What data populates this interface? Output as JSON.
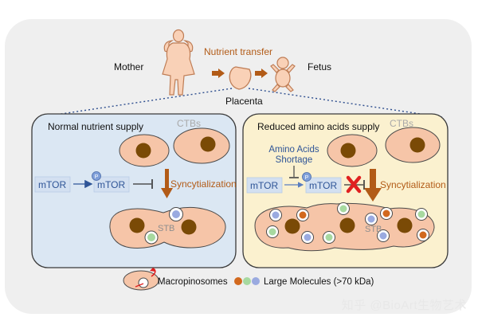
{
  "top": {
    "mother_label": "Mother",
    "nutrient_transfer_label": "Nutrient transfer",
    "fetus_label": "Fetus",
    "placenta_label": "Placenta"
  },
  "left_panel": {
    "title": "Normal nutrient supply",
    "ctbs_label": "CTBs",
    "mtor_label": "mTOR",
    "mtor_p_label": "mTOR",
    "p_label": "P",
    "syncytialization_label": "Syncytialization",
    "stb_label": "STB"
  },
  "right_panel": {
    "title": "Reduced amino acids supply",
    "ctbs_label": "CTBs",
    "amino_line1": "Amino Acids",
    "amino_line2": "Shortage",
    "mtor_label": "mTOR",
    "mtor_p_label": "mTOR",
    "p_label": "P",
    "syncytialization_label": "Syncytialization",
    "stb_label": "STB"
  },
  "legend": {
    "macropinosomes_label": "Macropinosomes",
    "large_molecules_label": "Large Molecules (>70 kDa)"
  },
  "watermark": "知乎 @BioArt生物艺术",
  "colors": {
    "left_panel_bg": "#dbe7f3",
    "right_panel_bg": "#fbf1cf",
    "cell_fill": "#f6c5a8",
    "nucleus_fill": "#7a4a06",
    "syncytialization_text": "#b25b17",
    "arrow_brown": "#b25b17",
    "mtor_text": "#2f5597",
    "inhibit_cross": "#e02020",
    "molecule_blue": "#9aaae0",
    "molecule_green": "#a7d9a0",
    "molecule_orange": "#d2691e"
  }
}
